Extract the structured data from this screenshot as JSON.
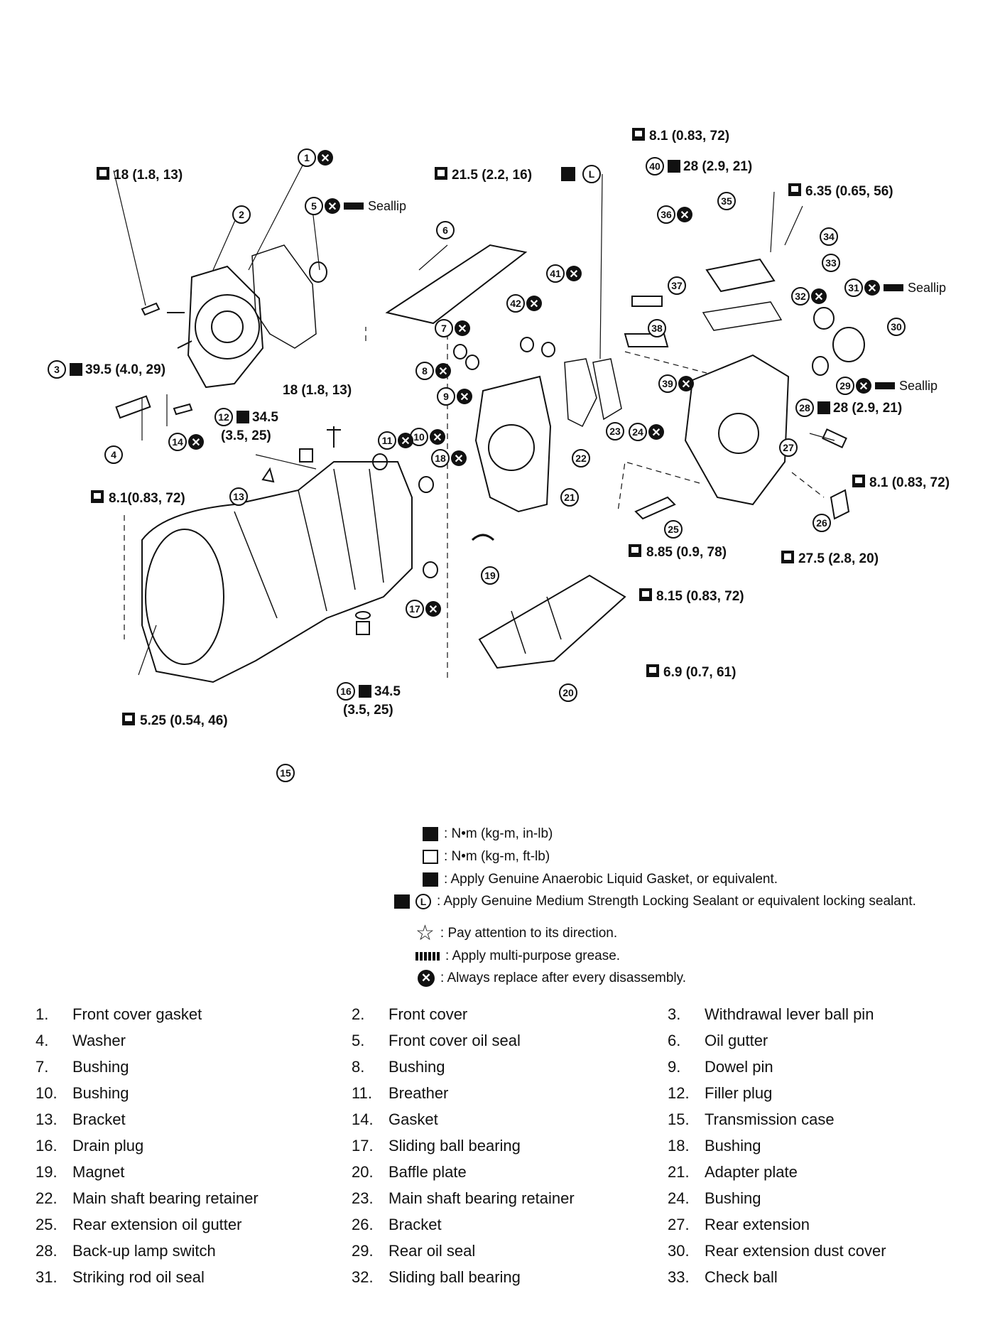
{
  "callouts": [
    {
      "n": "1",
      "replace": true
    },
    {
      "n": "2"
    },
    {
      "n": "3",
      "torque": "39.5 (4.0, 29)"
    },
    {
      "n": "4"
    },
    {
      "n": "5",
      "replace": true,
      "note": "Seallip"
    },
    {
      "n": "6"
    },
    {
      "n": "7",
      "replace": true
    },
    {
      "n": "8",
      "replace": true
    },
    {
      "n": "9",
      "replace": true
    },
    {
      "n": "10",
      "replace": true
    },
    {
      "n": "11",
      "replace": true
    },
    {
      "n": "12",
      "torque": "34.5",
      "torque2": "(3.5, 25)"
    },
    {
      "n": "13"
    },
    {
      "n": "14",
      "replace": true
    },
    {
      "n": "15"
    },
    {
      "n": "16",
      "torque": "34.5",
      "torque2": "(3.5, 25)"
    },
    {
      "n": "17",
      "replace": true
    },
    {
      "n": "18",
      "replace": true
    },
    {
      "n": "19"
    },
    {
      "n": "20"
    },
    {
      "n": "21"
    },
    {
      "n": "22"
    },
    {
      "n": "23"
    },
    {
      "n": "24",
      "replace": true
    },
    {
      "n": "25"
    },
    {
      "n": "26"
    },
    {
      "n": "27"
    },
    {
      "n": "28",
      "torque": "28 (2.9, 21)"
    },
    {
      "n": "29",
      "replace": true,
      "note": "Seallip"
    },
    {
      "n": "30"
    },
    {
      "n": "31",
      "replace": true,
      "note": "Seallip"
    },
    {
      "n": "32",
      "replace": true
    },
    {
      "n": "33"
    },
    {
      "n": "34"
    },
    {
      "n": "35"
    },
    {
      "n": "36",
      "replace": true
    },
    {
      "n": "37"
    },
    {
      "n": "38"
    },
    {
      "n": "39",
      "replace": true
    },
    {
      "n": "40",
      "torque": "28 (2.9, 21)"
    },
    {
      "n": "41",
      "replace": true
    },
    {
      "n": "42",
      "replace": true
    }
  ],
  "torques": {
    "t_front_cover_bolt": "18 (1.8, 13)",
    "t_front_cover_bolt2": "18 (1.8, 13)",
    "t_adapter": "21.5 (2.2, 16)",
    "t_top1": "8.1 (0.83, 72)",
    "t_top2": "6.35 (0.65, 56)",
    "t_bracket13": "8.1(0.83, 72)",
    "t_bracket26": "8.1 (0.83, 72)",
    "t_gutter25": "8.85 (0.9, 78)",
    "t_rear27": "27.5 (2.8, 20)",
    "t_baffle1": "8.15 (0.83, 72)",
    "t_baffle2": "6.9 (0.7, 61)",
    "t_case": "5.25 (0.54, 46)"
  },
  "legend": {
    "nm_in": ": N•m  (kg-m,  in-lb)",
    "nm_ft": ": N•m  (kg-m,  ft-lb)",
    "anaerobic": ": Apply Genuine Anaerobic Liquid Gasket, or equivalent.",
    "locking": ": Apply Genuine Medium Strength Locking Sealant or equivalent locking sealant.",
    "direction": ": Pay attention to its direction.",
    "grease": ": Apply multi-purpose grease.",
    "replace": ": Always replace after every disassembly.",
    "locking_symbol": "L"
  },
  "parts": [
    {
      "num": "1.",
      "name": "Front cover gasket"
    },
    {
      "num": "2.",
      "name": "Front cover"
    },
    {
      "num": "3.",
      "name": "Withdrawal lever ball pin"
    },
    {
      "num": "4.",
      "name": "Washer"
    },
    {
      "num": "5.",
      "name": "Front cover oil seal"
    },
    {
      "num": "6.",
      "name": "Oil gutter"
    },
    {
      "num": "7.",
      "name": "Bushing"
    },
    {
      "num": "8.",
      "name": "Bushing"
    },
    {
      "num": "9.",
      "name": "Dowel pin"
    },
    {
      "num": "10.",
      "name": "Bushing"
    },
    {
      "num": "11.",
      "name": "Breather"
    },
    {
      "num": "12.",
      "name": "Filler plug"
    },
    {
      "num": "13.",
      "name": "Bracket"
    },
    {
      "num": "14.",
      "name": "Gasket"
    },
    {
      "num": "15.",
      "name": "Transmission case"
    },
    {
      "num": "16.",
      "name": "Drain plug"
    },
    {
      "num": "17.",
      "name": "Sliding ball bearing"
    },
    {
      "num": "18.",
      "name": "Bushing"
    },
    {
      "num": "19.",
      "name": "Magnet"
    },
    {
      "num": "20.",
      "name": "Baffle plate"
    },
    {
      "num": "21.",
      "name": "Adapter plate"
    },
    {
      "num": "22.",
      "name": "Main shaft bearing retainer"
    },
    {
      "num": "23.",
      "name": "Main shaft bearing retainer"
    },
    {
      "num": "24.",
      "name": "Bushing"
    },
    {
      "num": "25.",
      "name": "Rear extension oil gutter"
    },
    {
      "num": "26.",
      "name": "Bracket"
    },
    {
      "num": "27.",
      "name": "Rear extension"
    },
    {
      "num": "28.",
      "name": "Back-up lamp switch"
    },
    {
      "num": "29.",
      "name": "Rear oil seal"
    },
    {
      "num": "30.",
      "name": "Rear extension dust cover"
    },
    {
      "num": "31.",
      "name": "Striking rod oil seal"
    },
    {
      "num": "32.",
      "name": "Sliding ball bearing"
    },
    {
      "num": "33.",
      "name": "Check ball"
    }
  ]
}
